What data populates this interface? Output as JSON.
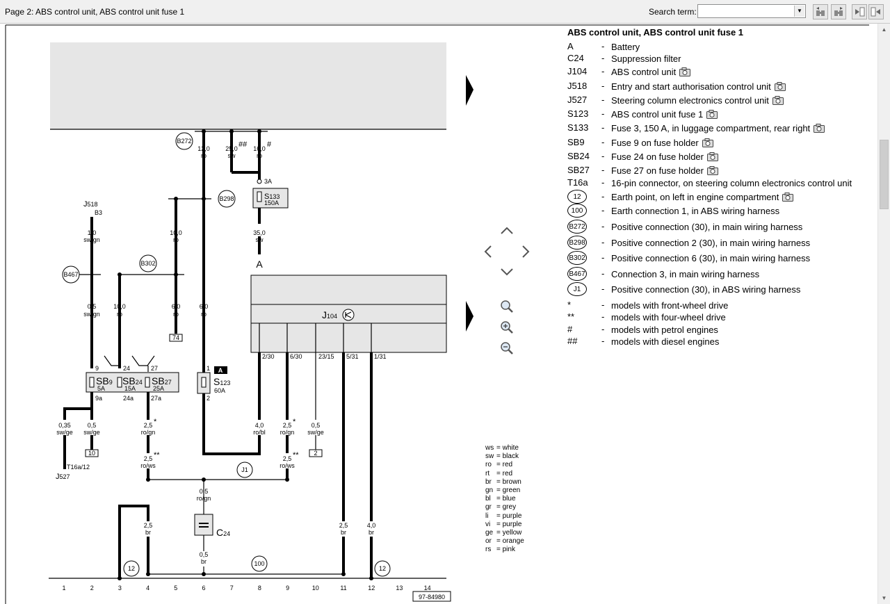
{
  "header": {
    "page_title": "Page 2: ABS control unit, ABS control unit fuse 1",
    "search_label": "Search term:",
    "search_value": ""
  },
  "diagram": {
    "drawing_number": "97-84980",
    "components": {
      "J104": "J",
      "J104_sub": "104",
      "S123": "S",
      "S123_sub": "123",
      "S123_rating": "60A",
      "S133": "S",
      "S133_sub": "133",
      "S133_rating": "150A",
      "C24": "C",
      "C24_sub": "24",
      "J518": "J",
      "J518_sub": "518",
      "J518_pin": "B3",
      "J527": "J",
      "J527_sub": "527",
      "J527_conn": "T16a/12",
      "SB9": "SB",
      "SB9_sub": "9",
      "SB9_rating": "5A",
      "SB24": "SB",
      "SB24_sub": "24",
      "SB24_rating": "15A",
      "SB27": "SB",
      "SB27_sub": "27",
      "SB27_rating": "25A",
      "marker_A": "A"
    },
    "connectors": {
      "B272": "B272",
      "B298": "B298",
      "B302": "B302",
      "B467": "B467",
      "J1": "J1",
      "e12_left": "12",
      "e12_right": "12",
      "e100": "100"
    },
    "pins": {
      "S133_top": "3A",
      "S123_in": "1",
      "S123_out": "2",
      "sb9_in": "9",
      "sb24_in": "24",
      "sb27_in": "27",
      "sb9_out": "9a",
      "sb24_out": "24a",
      "sb27_out": "27a",
      "j104_p1": "2/30",
      "j104_p2": "6/30",
      "j104_p3": "23/15",
      "j104_p4": "5/31",
      "j104_p5": "1/31",
      "ref_74": "74",
      "ref_10": "10",
      "ref_2": "2"
    },
    "wires": [
      {
        "id": "w1",
        "size": "12,0",
        "color": "ro"
      },
      {
        "id": "w2",
        "size": "25,0",
        "color": "sw",
        "mark": "##"
      },
      {
        "id": "w3",
        "size": "16,0",
        "color": "ro",
        "mark": "#"
      },
      {
        "id": "w4",
        "size": "35,0",
        "color": "sw"
      },
      {
        "id": "w5",
        "size": "1,0",
        "color": "sw/gn"
      },
      {
        "id": "w6",
        "size": "10,0",
        "color": "ro"
      },
      {
        "id": "w7",
        "size": "0,5",
        "color": "sw/gn"
      },
      {
        "id": "w8",
        "size": "10,0",
        "color": "ro"
      },
      {
        "id": "w9",
        "size": "6,0",
        "color": "ro"
      },
      {
        "id": "w10",
        "size": "6,0",
        "color": "ro"
      },
      {
        "id": "w11",
        "size": "0,35",
        "color": "sw/ge"
      },
      {
        "id": "w12",
        "size": "0,5",
        "color": "sw/ge"
      },
      {
        "id": "w13",
        "size": "2,5",
        "color": "ro/gn",
        "mark": "*"
      },
      {
        "id": "w14",
        "size": "2,5",
        "color": "ro/ws",
        "mark": "**"
      },
      {
        "id": "w15",
        "size": "4,0",
        "color": "ro/bl"
      },
      {
        "id": "w16",
        "size": "2,5",
        "color": "ro/gn",
        "mark": "*"
      },
      {
        "id": "w17",
        "size": "0,5",
        "color": "sw/ge"
      },
      {
        "id": "w18",
        "size": "2,5",
        "color": "ro/ws",
        "mark": "**"
      },
      {
        "id": "w19",
        "size": "0,5",
        "color": "ro/gn"
      },
      {
        "id": "w20",
        "size": "2,5",
        "color": "br"
      },
      {
        "id": "w21",
        "size": "0,5",
        "color": "br"
      },
      {
        "id": "w22",
        "size": "2,5",
        "color": "br"
      },
      {
        "id": "w23",
        "size": "4,0",
        "color": "br"
      }
    ],
    "track_numbers": [
      "1",
      "2",
      "3",
      "4",
      "5",
      "6",
      "7",
      "8",
      "9",
      "10",
      "11",
      "12",
      "13",
      "14"
    ]
  },
  "legend": {
    "title": "ABS control unit, ABS control unit fuse 1",
    "entries": [
      {
        "code": "A",
        "desc": "Battery",
        "camera": false
      },
      {
        "code": "C24",
        "desc": "Suppression filter",
        "camera": false
      },
      {
        "code": "J104",
        "desc": "ABS control unit",
        "camera": true
      },
      {
        "code": "J518",
        "desc": "Entry and start authorisation control unit",
        "camera": true
      },
      {
        "code": "J527",
        "desc": "Steering column electronics control unit",
        "camera": true
      },
      {
        "code": "S123",
        "desc": "ABS control unit fuse 1",
        "camera": true
      },
      {
        "code": "S133",
        "desc": "Fuse 3, 150 A, in luggage compartment, rear right",
        "camera": true
      },
      {
        "code": "SB9",
        "desc": "Fuse 9 on fuse holder",
        "camera": true
      },
      {
        "code": "SB24",
        "desc": "Fuse 24 on fuse holder",
        "camera": true
      },
      {
        "code": "SB27",
        "desc": "Fuse 27 on fuse holder",
        "camera": true
      },
      {
        "code": "T16a",
        "desc": "16-pin connector, on steering column electronics control unit",
        "camera": false
      },
      {
        "code": "12",
        "desc": "Earth point, on left in engine compartment",
        "camera": true,
        "circled": true
      },
      {
        "code": "100",
        "desc": "Earth connection 1, in ABS wiring harness",
        "camera": false,
        "circled": true
      },
      {
        "code": "B272",
        "desc": "Positive connection (30), in main wiring harness",
        "camera": false,
        "circled": true
      },
      {
        "code": "B298",
        "desc": "Positive connection 2 (30), in main wiring harness",
        "camera": false,
        "circled": true
      },
      {
        "code": "B302",
        "desc": "Positive connection 6 (30), in main wiring harness",
        "camera": false,
        "circled": true
      },
      {
        "code": "B467",
        "desc": "Connection 3, in main wiring harness",
        "camera": false,
        "circled": true
      },
      {
        "code": "J1",
        "desc": "Positive connection (30), in ABS wiring harness",
        "camera": false,
        "circled": true
      },
      {
        "code": "*",
        "desc": "models with front-wheel drive",
        "camera": false
      },
      {
        "code": "**",
        "desc": "models with four-wheel drive",
        "camera": false
      },
      {
        "code": "#",
        "desc": "models with petrol engines",
        "camera": false
      },
      {
        "code": "##",
        "desc": "models with diesel engines",
        "camera": false
      }
    ]
  },
  "color_key": [
    {
      "abbr": "ws",
      "name": "= white"
    },
    {
      "abbr": "sw",
      "name": "= black"
    },
    {
      "abbr": "ro",
      "name": "= red"
    },
    {
      "abbr": "rt",
      "name": "= red"
    },
    {
      "abbr": "br",
      "name": "= brown"
    },
    {
      "abbr": "gn",
      "name": "= green"
    },
    {
      "abbr": "bl",
      "name": "= blue"
    },
    {
      "abbr": "gr",
      "name": "= grey"
    },
    {
      "abbr": "li",
      "name": "= purple"
    },
    {
      "abbr": "vi",
      "name": "= purple"
    },
    {
      "abbr": "ge",
      "name": "= yellow"
    },
    {
      "abbr": "or",
      "name": "= orange"
    },
    {
      "abbr": "rs",
      "name": "= pink"
    }
  ]
}
